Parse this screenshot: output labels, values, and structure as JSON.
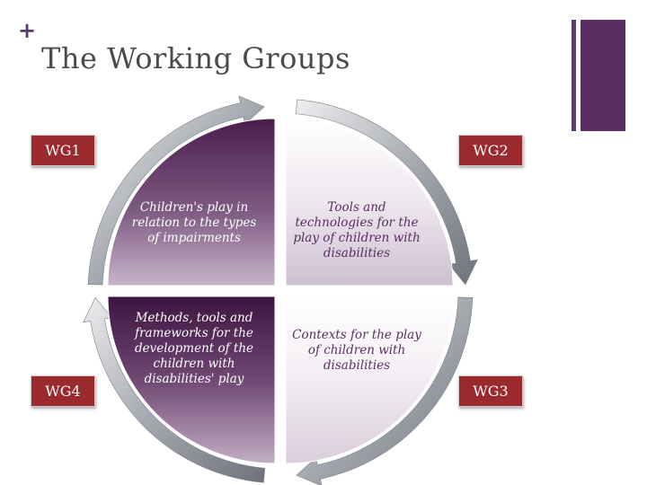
{
  "slide": {
    "plus": "+",
    "title": "The Working Groups"
  },
  "groups": [
    {
      "label": "WG1",
      "text": "Children's play in relation to the types of impairments"
    },
    {
      "label": "WG2",
      "text": "Tools and technologies for the play of children with disabilities"
    },
    {
      "label": "WG3",
      "text": "Contexts for the play of children with disabilities"
    },
    {
      "label": "WG4",
      "text": "Methods, tools and frameworks for the development of the children with disabilities' play"
    }
  ],
  "colors": {
    "accent": "#5a2e62",
    "label_box": "#9b2a2f",
    "quadrant_dark": "#4a1d4c",
    "quadrant_light": "#c7b4c9",
    "arrow": "#8a8e96"
  }
}
